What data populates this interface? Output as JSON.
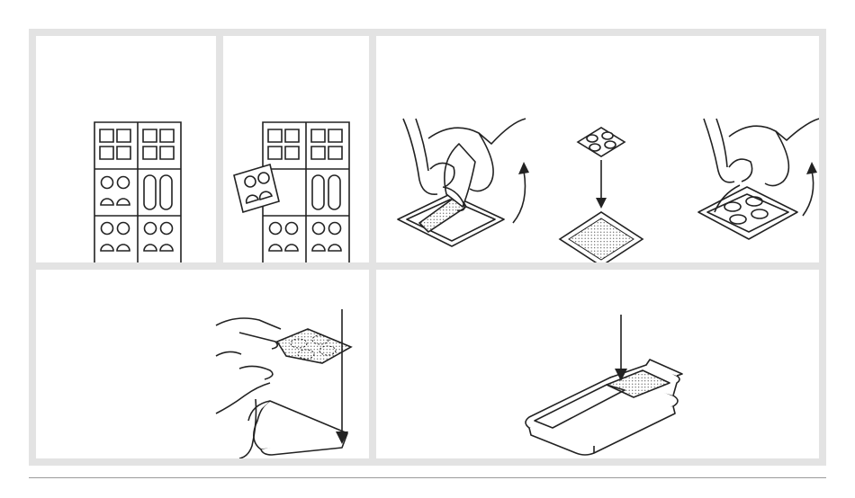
{
  "illustration": {
    "panels": [
      {
        "id": "sticker-sheet",
        "icons": [
          "sticker-sheet-icon"
        ]
      },
      {
        "id": "peel-sticker",
        "icons": [
          "sticker-sheet-icon",
          "peeled-sticker-icon"
        ]
      },
      {
        "id": "apply-to-sheet",
        "icons": [
          "hand-peel-icon",
          "curved-arrow-icon",
          "sticker-icon",
          "down-arrow-icon",
          "dotted-pad-icon",
          "hand-peel-icon",
          "curved-arrow-icon"
        ]
      },
      {
        "id": "place-on-tray",
        "icons": [
          "hands-icon",
          "dotted-sticker-icon",
          "down-arrow-icon",
          "tray-icon"
        ]
      },
      {
        "id": "insert-into-device",
        "icons": [
          "down-arrow-icon",
          "device-icon"
        ]
      }
    ],
    "colors": {
      "frame": "#e3e3e3",
      "line": "#222222",
      "rule": "#9a9a9a"
    }
  }
}
